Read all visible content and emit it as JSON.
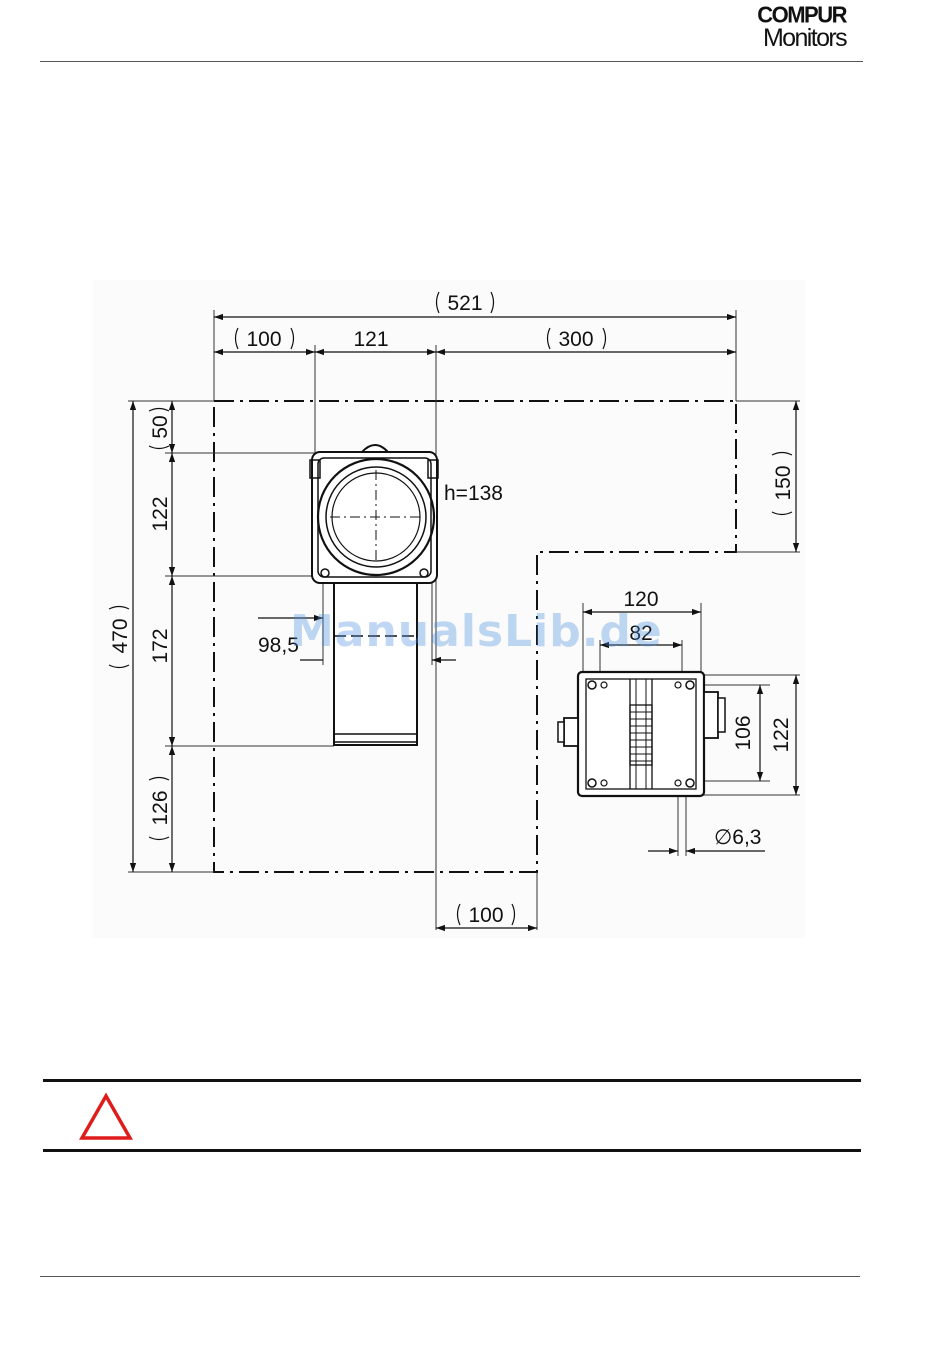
{
  "header": {
    "logo_line1": "COMPUR",
    "logo_line2": "Monitors"
  },
  "drawing": {
    "dimensions": {
      "total_width": "521",
      "left_offset": "100",
      "head_width": "121",
      "right_zone": "300",
      "top_gap": "50",
      "head_height": "122",
      "sensor_length": "172",
      "bottom_gap": "126",
      "total_height": "470",
      "right_height": "150",
      "depth_label": "h=138",
      "sensor_offset": "98,5",
      "box_width": "120",
      "box_hole_spacing": "82",
      "box_hole_height": "106",
      "box_height": "122",
      "hole_diameter": "∅6,3",
      "bottom_offset": "100"
    }
  },
  "watermark": "ManualsLib.de",
  "warning": {
    "icon": "warning-triangle-icon",
    "color": "#e01b1b"
  }
}
